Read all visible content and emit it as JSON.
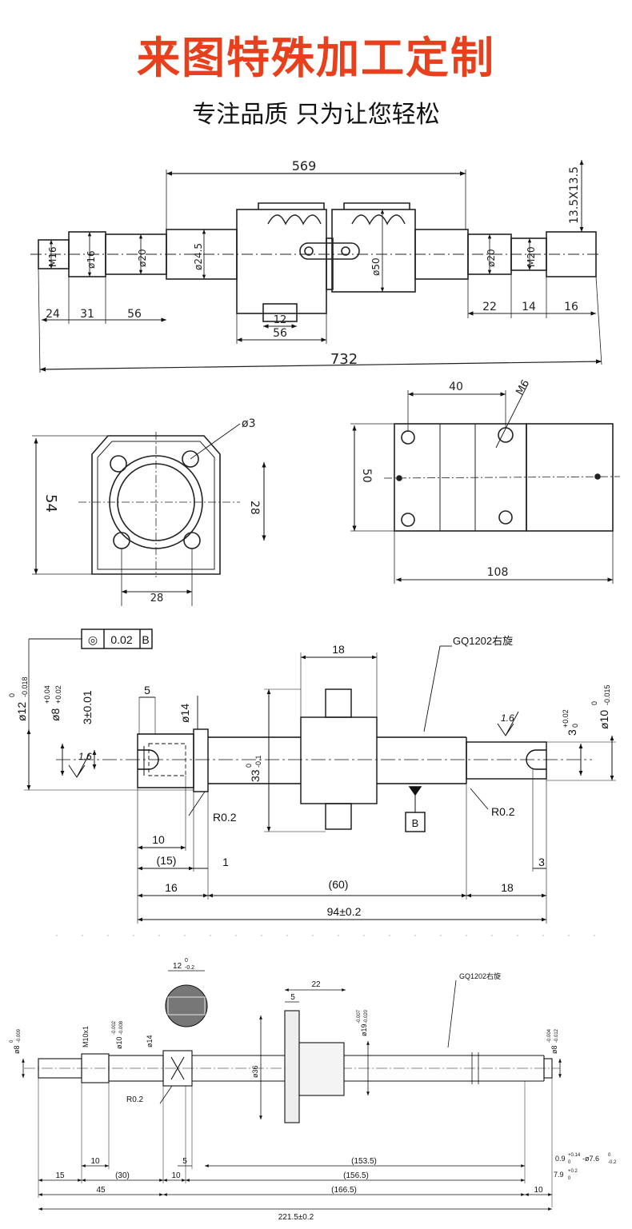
{
  "header": {
    "title": "来图特殊加工定制",
    "subtitle": "专注品质 只为让您轻松"
  },
  "sketch1": {
    "overall": "732",
    "span": "569",
    "thread_right": "13.5X13.5",
    "dia_m16": "M16",
    "dia_16": "ø16",
    "dia_20a": "ø20",
    "dia_24_5": "ø24.5",
    "dia_50": "ø50",
    "dia_20b": "ø20",
    "dia_m20": "M20",
    "len_24": "24",
    "len_31": "31",
    "len_56a": "56",
    "len_12": "12",
    "len_56b": "56",
    "len_22": "22",
    "len_14": "14",
    "len_16": "16"
  },
  "sketch2": {
    "height": "54",
    "width": "28",
    "hole_spacing": "28",
    "hole": "ø3"
  },
  "sketch3": {
    "width": "40",
    "thread": "M6",
    "height": "50",
    "length": "108"
  },
  "drawing3": {
    "tolerance_frame": [
      "◎",
      "0.02",
      "B"
    ],
    "d12": "ø12",
    "d12_tol_up": "0",
    "d12_tol_lo": "-0.018",
    "d8": "ø8",
    "d8_tol_up": "+0.04",
    "d8_tol_lo": "+0.02",
    "len3": "3±0.01",
    "len5": "5",
    "d14": "ø14",
    "rough_left": "1.6",
    "d33": "33",
    "d33_tol_up": "0",
    "d33_tol_lo": "-0.1",
    "nut_w": "18",
    "model": "GQ1202右旋",
    "rough_right": "1.6",
    "r3": "3",
    "r3_tol_up": "+0.02",
    "r3_tol_lo": "0",
    "d10": "ø10",
    "d10_tol_up": "0",
    "d10_tol_lo": "-0.015",
    "r02_left": "R0.2",
    "r02_right": "R0.2",
    "datum": "B",
    "len10": "10",
    "len15": "(15)",
    "len1": "1",
    "len3b": "3",
    "len16": "16",
    "len60": "(60)",
    "len18": "18",
    "total": "94±0.2"
  },
  "drawing4": {
    "sec": "12",
    "sec_tol_up": "0",
    "sec_tol_lo": "-0.2",
    "len22": "22",
    "len5": "5",
    "model": "GQ1202右旋",
    "d8l": "ø8",
    "d8l_up": "0",
    "d8l_lo": "-0.009",
    "m10": "M10x1",
    "d10": "ø10",
    "d10_up": "-0.002",
    "d10_lo": "-0.008",
    "d14": "ø14",
    "d19": "ø19",
    "d19_up": "-0.007",
    "d19_lo": "-0.020",
    "d36": "ø36",
    "d8r": "ø8",
    "d8r_up": "-0.004",
    "d8r_lo": "-0.012",
    "r02": "R0.2",
    "len10": "10",
    "len5b": "5",
    "len153": "(153.5)",
    "groove": "0.9",
    "groove_up": "+0.14",
    "groove_lo": "0",
    "groove_d": "-ø7.6",
    "groove_d_up": "0",
    "groove_d_lo": "-0.2",
    "len15": "15",
    "len30": "(30)",
    "len10b": "10",
    "len156": "(156.5)",
    "len79": "7.9",
    "len79_up": "+0.2",
    "len79_lo": "0",
    "len45": "45",
    "len166": "(166.5)",
    "len10c": "10",
    "total": "221.5±0.2"
  }
}
